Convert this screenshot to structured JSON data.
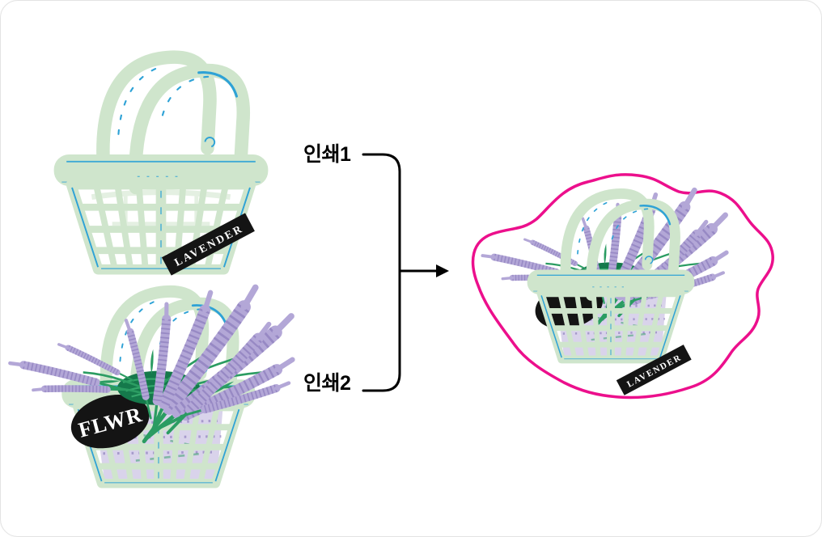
{
  "diagram": {
    "inputs": [
      {
        "id": "print1",
        "label": "인쇄1",
        "illustration": "empty-shopping-basket",
        "badge": "LAVENDER"
      },
      {
        "id": "print2",
        "label": "인쇄2",
        "illustration": "basket-with-lavender-flowers",
        "badge": "FLWR"
      }
    ],
    "output": {
      "illustration": "combined-basket-sticker",
      "badge": "LAVENDER",
      "outline": "pink-die-cut"
    }
  },
  "colors": {
    "mint": "#cfe5cc",
    "blue": "#2ea2d6",
    "purple": "#b3a7d7",
    "purpledark": "#7c6cb2",
    "green": "#2b9c62",
    "greendark": "#15794b",
    "ink": "#141414",
    "pink": "#ec0f8c",
    "badgetext": "#ffffff"
  }
}
